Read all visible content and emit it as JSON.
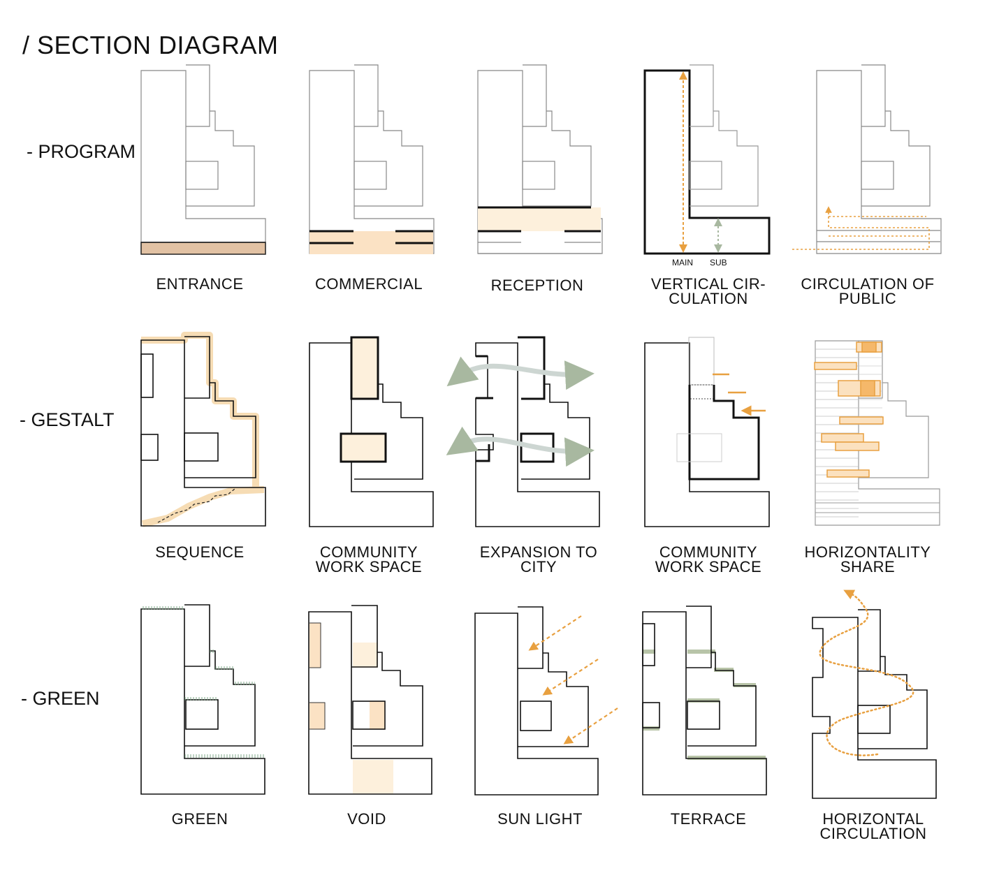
{
  "title": "/ SECTION DIAGRAM",
  "rows": [
    {
      "label": "- PROGRAM",
      "items": [
        "ENTRANCE",
        "COMMERCIAL",
        "RECEPTION",
        "VERTICAL CIR-\nCULATION",
        "CIRCULATION OF\nPUBLIC"
      ]
    },
    {
      "label": "- GESTALT",
      "items": [
        "SEQUENCE",
        "COMMUNITY\nWORK SPACE",
        "EXPANSION TO\nCITY",
        "COMMUNITY\nWORK SPACE",
        "HORIZONTALITY\nSHARE"
      ]
    },
    {
      "label": "- GREEN",
      "items": [
        "GREEN",
        "VOID",
        "SUN LIGHT",
        "TERRACE",
        "HORIZONTAL\nCIRCULATION"
      ]
    }
  ],
  "circulation_labels": {
    "main": "MAIN",
    "sub": "SUB"
  },
  "colors": {
    "orange": "#e8a040",
    "peach": "#fbe2c4",
    "tan": "#e2c2a4",
    "pale": "#fdf0dc",
    "green": "#b8c4a8",
    "arrow_gray": "#cdd6d2"
  }
}
